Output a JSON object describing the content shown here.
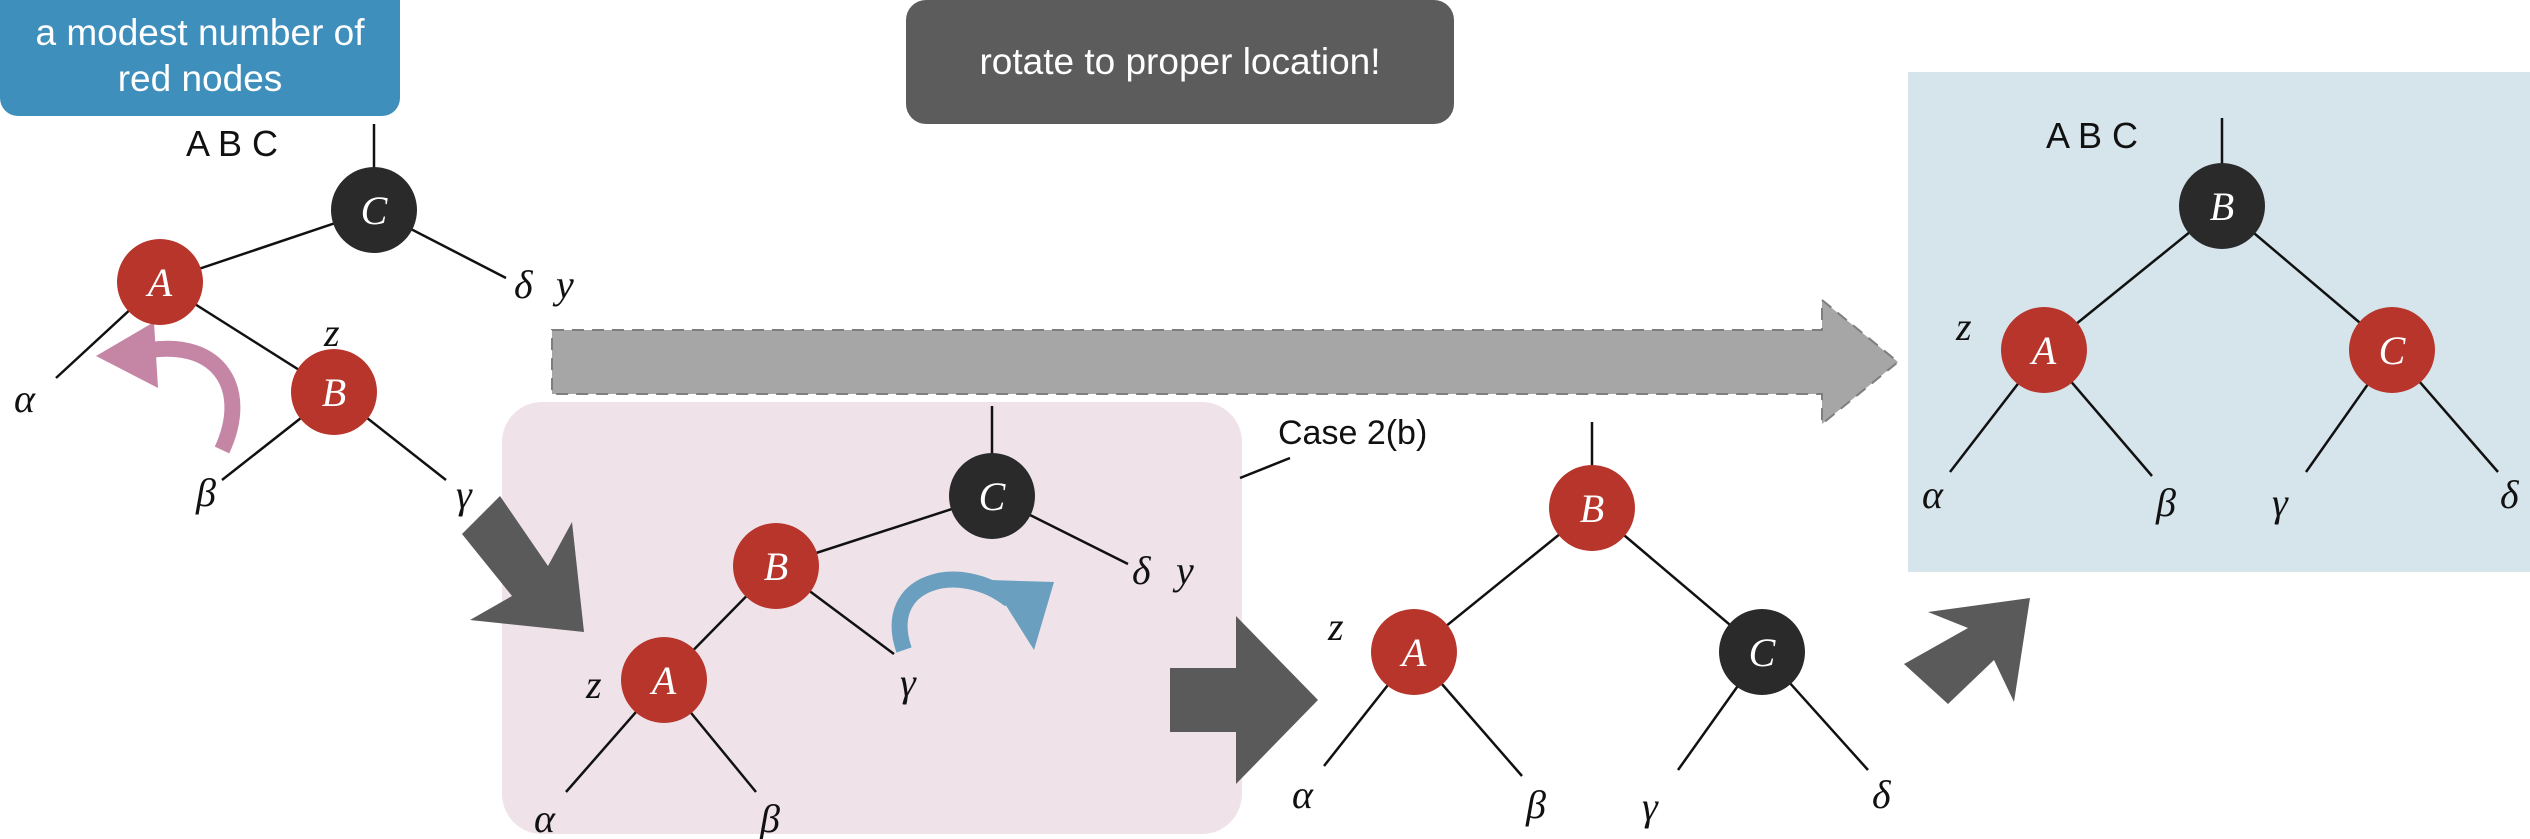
{
  "callouts": {
    "modest_red": "a modest number of red nodes",
    "rotate": "rotate to proper location!"
  },
  "case_label": "Case 2(b)",
  "colors": {
    "red_node": "#b8352c",
    "black_node": "#2a2a2a",
    "pink_panel": "#efe3e9",
    "blue_panel": "#d6e5ec",
    "big_arrow": "#a6a6a6",
    "small_arrow": "#5a5a5a",
    "rotate_left_arrow": "#c586a6",
    "rotate_right_arrow": "#6a9fbf"
  },
  "tree1": {
    "header": "A B C",
    "nodes": {
      "C": "C",
      "A": "A",
      "B": "B"
    },
    "leaves": {
      "alpha": "α",
      "beta": "β",
      "gamma": "γ",
      "delta": "δ"
    },
    "markers": {
      "y": "y",
      "z": "z"
    }
  },
  "tree2": {
    "nodes": {
      "C": "C",
      "B": "B",
      "A": "A"
    },
    "leaves": {
      "alpha": "α",
      "beta": "β",
      "gamma": "γ",
      "delta": "δ"
    },
    "markers": {
      "y": "y",
      "z": "z"
    }
  },
  "tree3": {
    "nodes": {
      "B": "B",
      "A": "A",
      "C": "C"
    },
    "leaves": {
      "alpha": "α",
      "beta": "β",
      "gamma": "γ",
      "delta": "δ"
    },
    "markers": {
      "z": "z"
    }
  },
  "tree4": {
    "header": "A B C",
    "nodes": {
      "B": "B",
      "A": "A",
      "C": "C"
    },
    "leaves": {
      "alpha": "α",
      "beta": "β",
      "gamma": "γ",
      "delta": "δ"
    },
    "markers": {
      "z": "z"
    }
  }
}
